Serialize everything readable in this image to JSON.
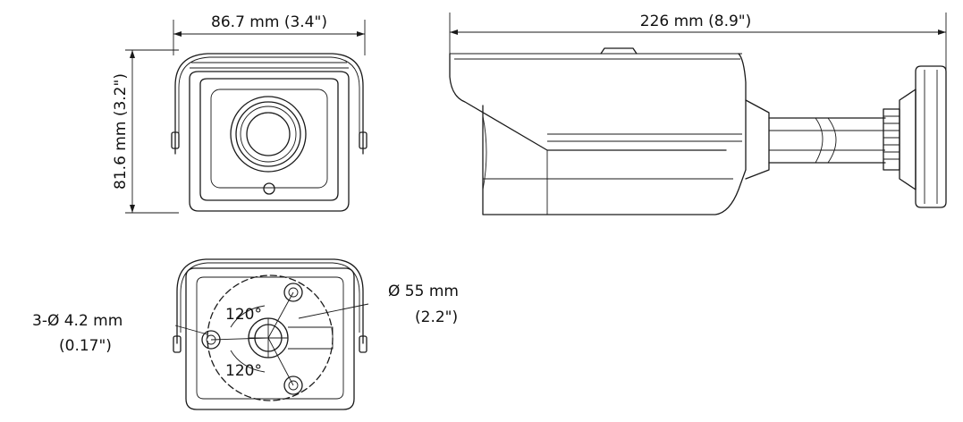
{
  "front_view": {
    "width_label": "86.7 mm (3.4\")",
    "height_label": "81.6 mm (3.2\")"
  },
  "side_view": {
    "length_label": "226 mm (8.9\")"
  },
  "mount_view": {
    "hole_label_line1": "3-Ø  4.2 mm",
    "hole_label_line2": "(0.17\")",
    "circle_label_line1": "Ø 55 mm",
    "circle_label_line2": "(2.2\")",
    "angle_top_label": "120°",
    "angle_bottom_label": "120°"
  },
  "colors": {
    "line": "#1a1a1a",
    "background": "#ffffff"
  }
}
